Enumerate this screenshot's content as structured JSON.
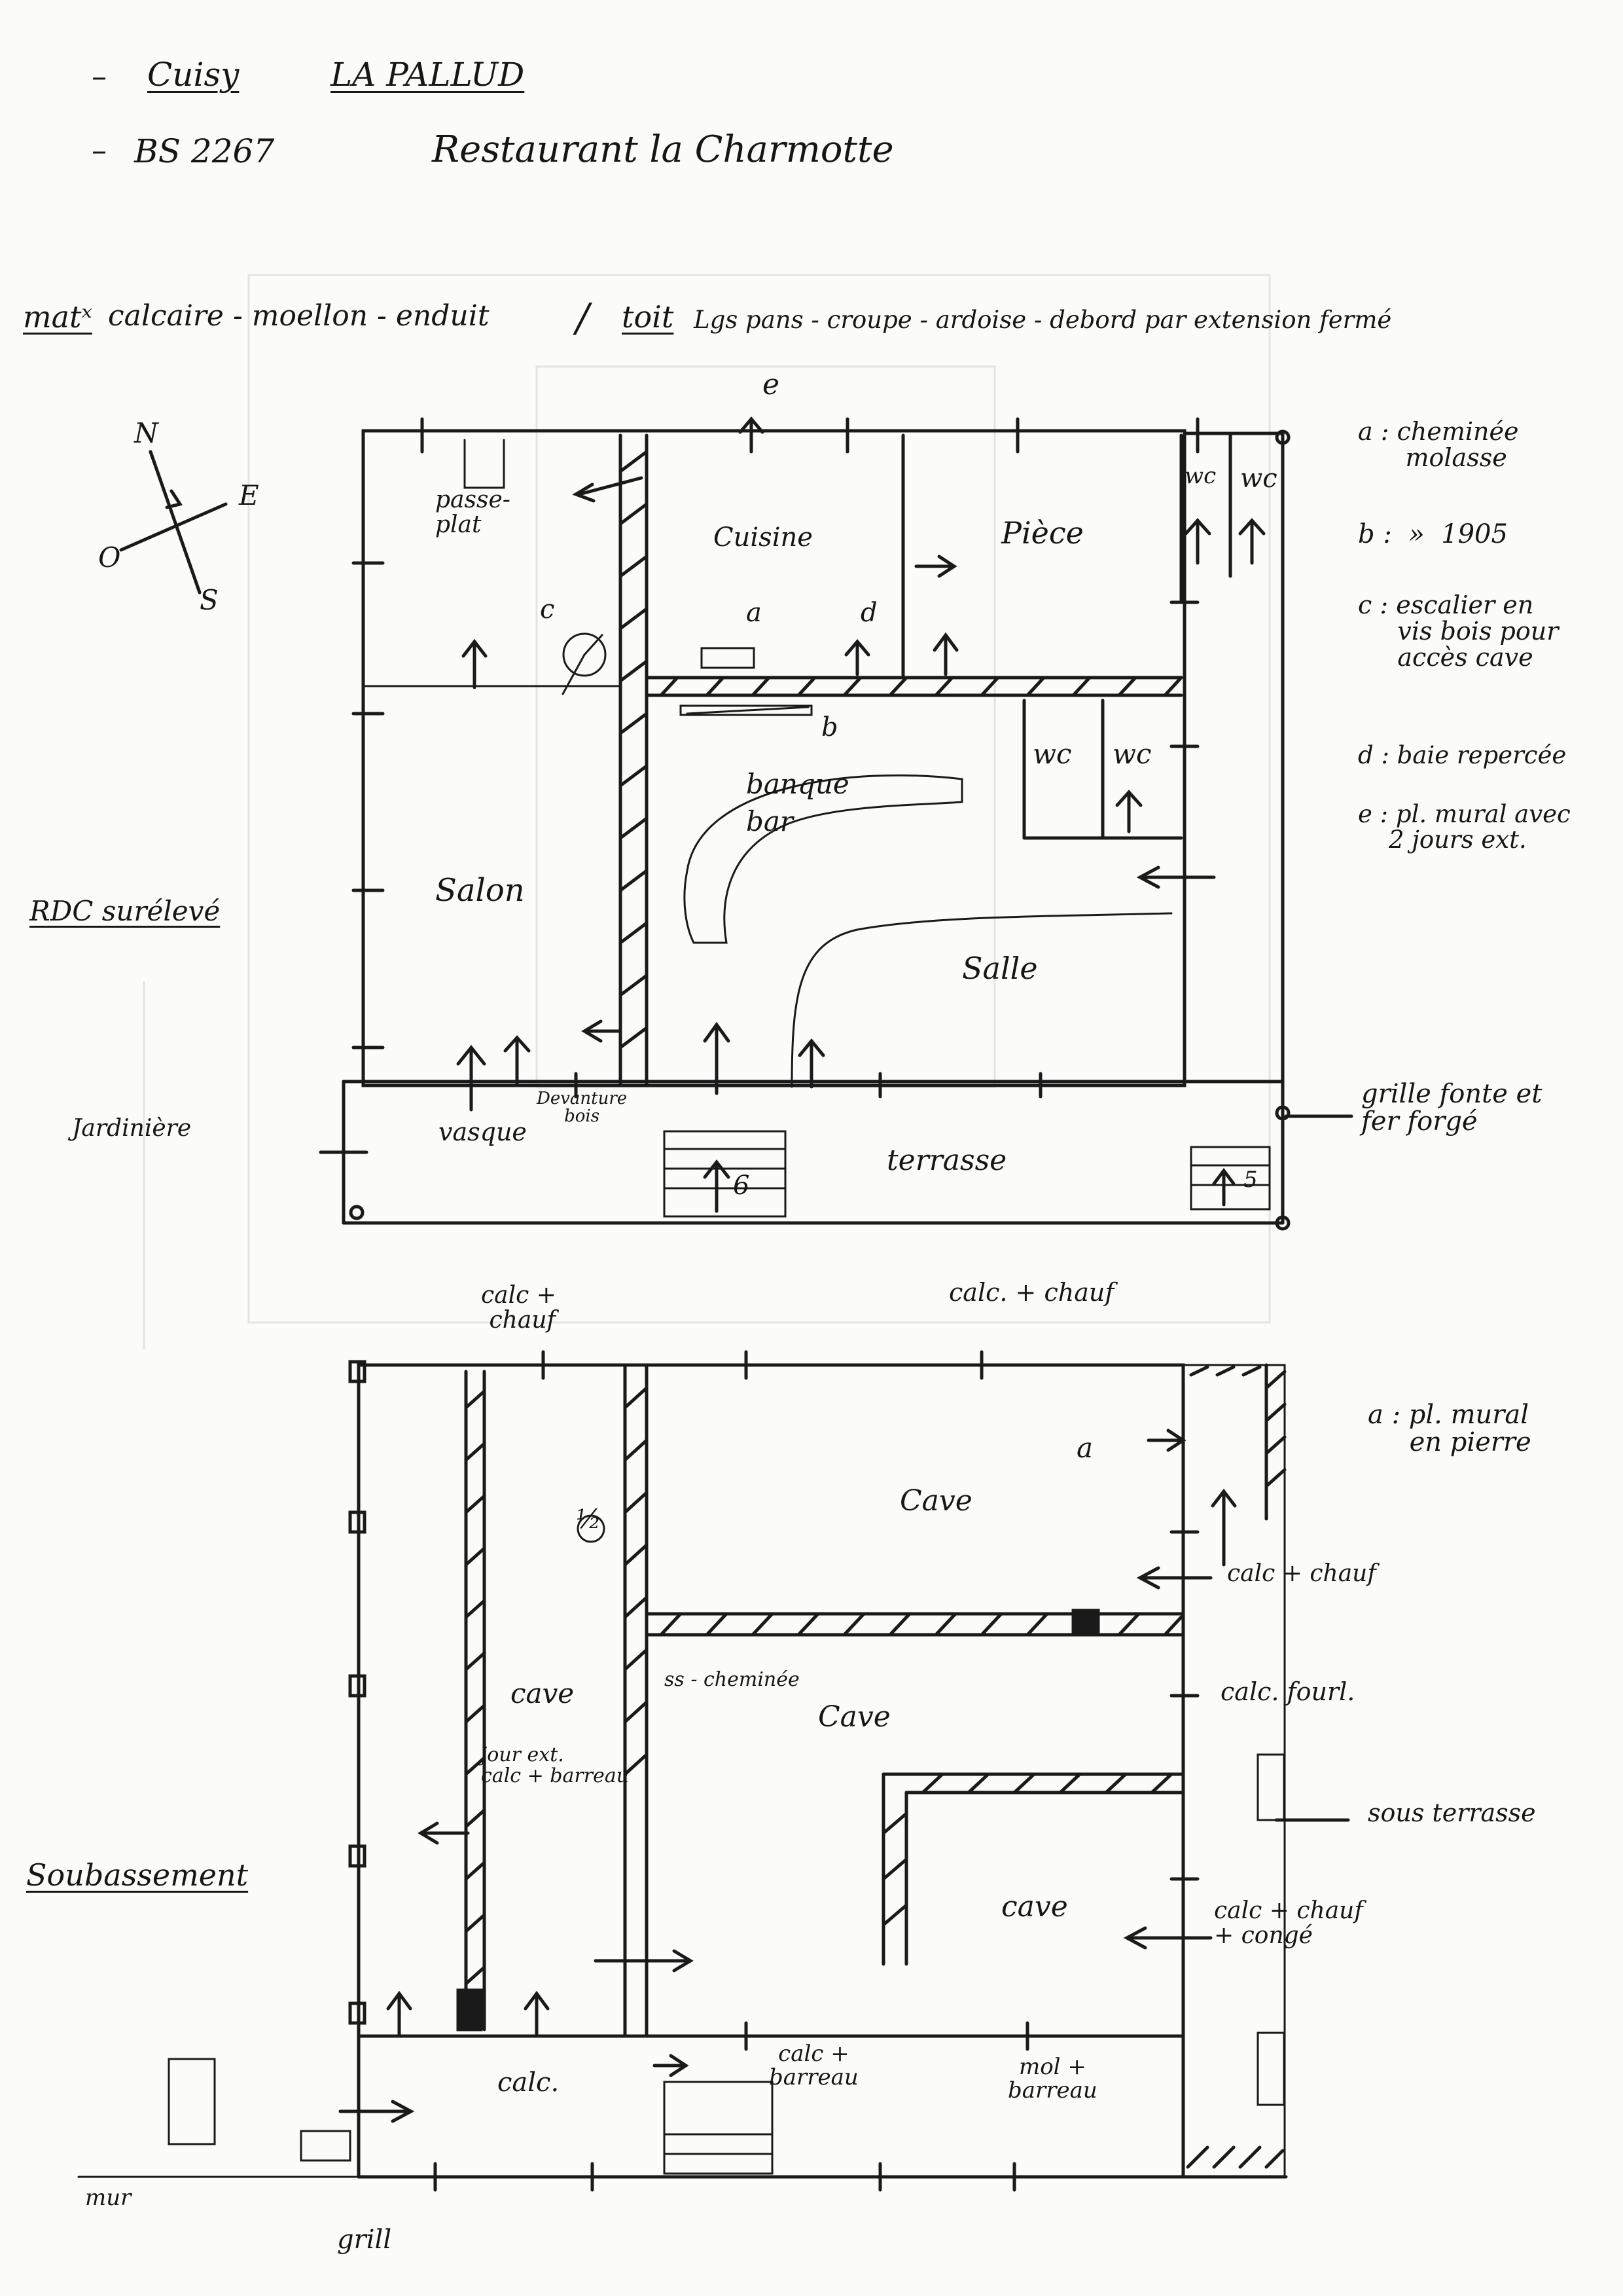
{
  "header": {
    "commune": "Cuisy",
    "lieu": "LA PALLUD",
    "reference": "BS 2267",
    "batiment": "Restaurant la Charmotte"
  },
  "materials": {
    "mat_label": "matˣ",
    "mat_value": "calcaire - moellon - enduit",
    "separator": "/",
    "toit_label": "toit",
    "toit_value": "Lgs pans - croupe - ardoise - debord par extension fermé"
  },
  "compass": {
    "n": "N",
    "s": "S",
    "e": "E",
    "o": "O"
  },
  "level_labels": {
    "rdc": "RDC surélevé",
    "soubassement": "Soubassement"
  },
  "rdc": {
    "rooms": {
      "cuisine": "Cuisine",
      "piece": "Pièce",
      "salon": "Salon",
      "salle": "Salle",
      "banque_bar": "banque\nbar",
      "wc": "wc",
      "terrasse": "terrasse",
      "passe_plat": "passe-\nplat",
      "vasque": "vasque",
      "devanture": "Devanture\nbois"
    },
    "marks": {
      "a": "a",
      "b": "b",
      "c": "c",
      "d": "d",
      "e": "e",
      "stair_count": "6",
      "stair_count2": "5"
    },
    "legend": [
      "a : cheminée\n      molasse",
      "b :  »  1905",
      "c : escalier en\n     vis bois pour\n     accès cave",
      "d : baie repercée",
      "e : pl. mural avec\n    2 jours ext."
    ],
    "side_notes": {
      "jardiniere": "Jardinière",
      "grille": "grille fonte et\nfer forgé"
    }
  },
  "sous": {
    "rooms": {
      "cave": "Cave",
      "cave_left": "cave",
      "cave_mid": "Cave",
      "cave_low": "cave"
    },
    "notes": {
      "calc_chauf_top_left": "calc + \nchauf",
      "calc_chauf_top_right": "calc. + chauf",
      "calc_chauf_r1": "calc + chauf",
      "calc_fourl": "calc. fourl.",
      "sous_terrasse": "sous terrasse",
      "calc_chauf_conge": "calc + chauf\n+ congé",
      "jour_ext": "jour ext.\ncalc + barreau",
      "ss_cheminee": "ss - cheminée",
      "calc": "calc.",
      "calc_barreau": "calc +\nbarreau",
      "mol_barreau": "mol +\nbarreau",
      "mur": "mur",
      "grill": "grill"
    },
    "marks": {
      "a": "a",
      "stair_mark": "½"
    },
    "legend": [
      "a : pl. mural\n     en pierre"
    ]
  }
}
